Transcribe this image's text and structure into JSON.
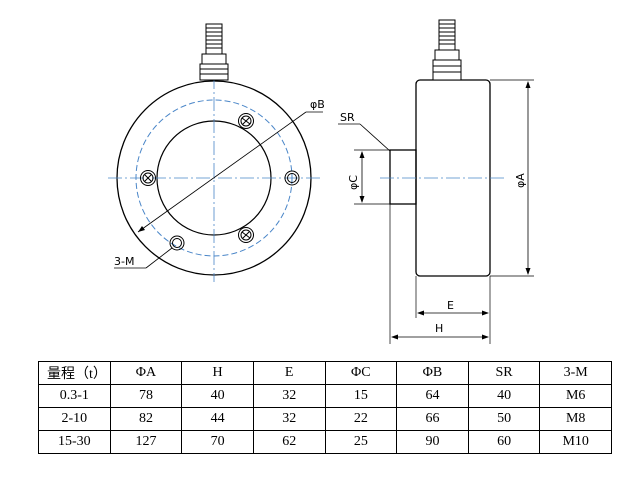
{
  "drawing_labels": {
    "phi_b": "φB",
    "sr": "SR",
    "phi_c": "φC",
    "phi_a": "φA",
    "three_m": "3-M",
    "e": "E",
    "h": "H"
  },
  "table": {
    "headers": [
      "量程（t）",
      "ΦA",
      "H",
      "E",
      "ΦC",
      "ΦB",
      "SR",
      "3-M"
    ],
    "rows": [
      [
        "0.3-1",
        "78",
        "40",
        "32",
        "15",
        "64",
        "40",
        "M6"
      ],
      [
        "2-10",
        "82",
        "44",
        "32",
        "22",
        "66",
        "50",
        "M8"
      ],
      [
        "15-30",
        "127",
        "70",
        "62",
        "25",
        "90",
        "60",
        "M10"
      ]
    ]
  }
}
